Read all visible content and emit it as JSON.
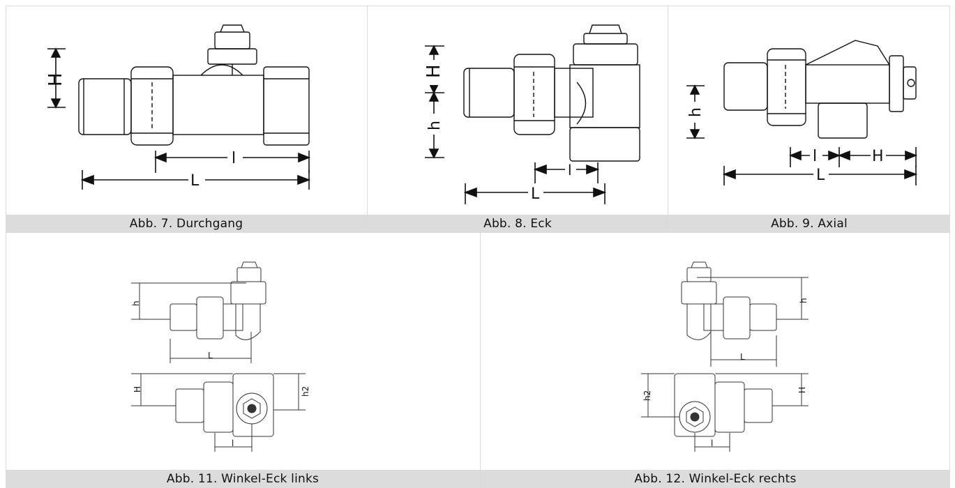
{
  "figures": [
    {
      "caption": "Abb. 7. Durchgang",
      "dim_labels": [
        "H",
        "l",
        "L"
      ]
    },
    {
      "caption": "Abb. 8. Eck",
      "dim_labels": [
        "H",
        "h",
        "l",
        "L"
      ]
    },
    {
      "caption": "Abb. 9. Axial",
      "dim_labels": [
        "h",
        "l",
        "H",
        "L"
      ]
    },
    {
      "caption": "Abb. 11. Winkel-Eck links",
      "dim_labels": [
        "h",
        "L",
        "H",
        "h2",
        "l"
      ]
    },
    {
      "caption": "Abb. 12. Winkel-Eck rechts",
      "dim_labels": [
        "h",
        "L",
        "h2",
        "H",
        "l"
      ]
    }
  ],
  "colors": {
    "caption_bg": "#dcdcdc",
    "border": "#d9d9d9",
    "line": "#111111"
  }
}
